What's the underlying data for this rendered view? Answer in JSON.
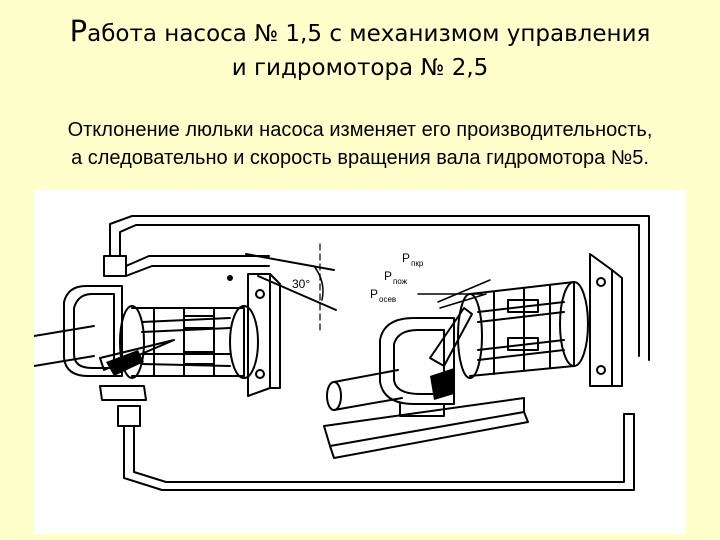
{
  "slide": {
    "title_initial": "Р",
    "title_line1_rest": "абота  насоса № 1,5 с механизмом управления",
    "title_line2": "и гидромотора № 2,5",
    "description_line1": "Отклонение люльки насоса изменяет его производительность,",
    "description_line2": "а следовательно и скорость вращения вала гидромотора №5."
  },
  "figure": {
    "angle_label": "30°",
    "force_labels": [
      {
        "main": "P",
        "sub": "пкр"
      },
      {
        "main": "P",
        "sub": "пож"
      },
      {
        "main": "P",
        "sub": "осев"
      }
    ]
  },
  "colors": {
    "background": "#ffffcc",
    "figure_background": "#ffffff",
    "ink": "#000000"
  }
}
